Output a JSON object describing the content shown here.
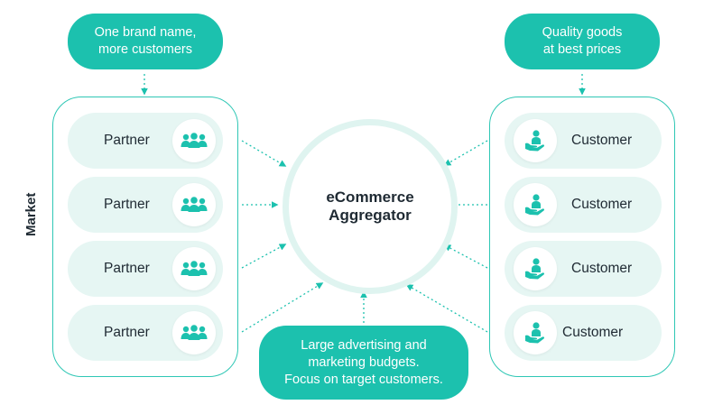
{
  "side_label": "Market",
  "hub": {
    "title": "eCommerce\nAggregator"
  },
  "callouts": {
    "partners_top": "One brand name,\nmore customers",
    "customers_top": "Quality goods\nat best prices",
    "bottom": "Large advertising and\nmarketing budgets.\nFocus on target customers."
  },
  "partners": [
    {
      "label": "Partner",
      "icon": "people-group-icon"
    },
    {
      "label": "Partner",
      "icon": "people-group-icon"
    },
    {
      "label": "Partner",
      "icon": "people-group-icon"
    },
    {
      "label": "Partner",
      "icon": "people-group-icon"
    }
  ],
  "customers": [
    {
      "label": "Customer",
      "icon": "hand-person-icon"
    },
    {
      "label": "Customer",
      "icon": "hand-person-icon"
    },
    {
      "label": "Customer",
      "icon": "hand-person-icon"
    },
    {
      "label": "Customer",
      "icon": "hand-person-icon"
    }
  ],
  "colors": {
    "accent": "#1cc1ae",
    "row_bg": "#e6f6f3",
    "hub_ring": "#dff4f0",
    "text": "#1f2a33"
  }
}
